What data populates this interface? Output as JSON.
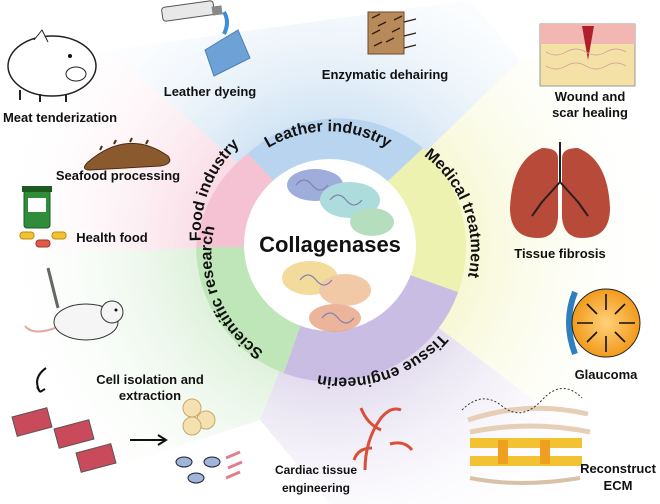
{
  "center": {
    "title": "Collagenases"
  },
  "sectors": [
    {
      "key": "leather",
      "label": "Leather industry",
      "color": "#bcd7ee"
    },
    {
      "key": "medical",
      "label": "Medical treatment",
      "color": "#f1f3b7"
    },
    {
      "key": "tissue",
      "label": "Tissue engineerin",
      "color": "#cfc4e3"
    },
    {
      "key": "research",
      "label": "Scientific research",
      "color": "#c9e9c5"
    },
    {
      "key": "food",
      "label": "Food industry",
      "color": "#f6c9d7"
    }
  ],
  "applications": {
    "leather_dyeing": "Leather dyeing",
    "enzymatic_dehairing": "Enzymatic dehairing",
    "wound_line1": "Wound and",
    "wound_line2": "scar healing",
    "tissue_fibrosis": "Tissue fibrosis",
    "glaucoma": "Glaucoma",
    "reconstruct_line1": "Reconstruct",
    "reconstruct_line2": "ECM",
    "cardiac_line1": "Cardiac tissue",
    "cardiac_line2": "engineering",
    "cell_line1": "Cell isolation and",
    "cell_line2": "extraction",
    "health_food": "Health food",
    "seafood": "Seafood processing",
    "meat": "Meat tenderization"
  }
}
